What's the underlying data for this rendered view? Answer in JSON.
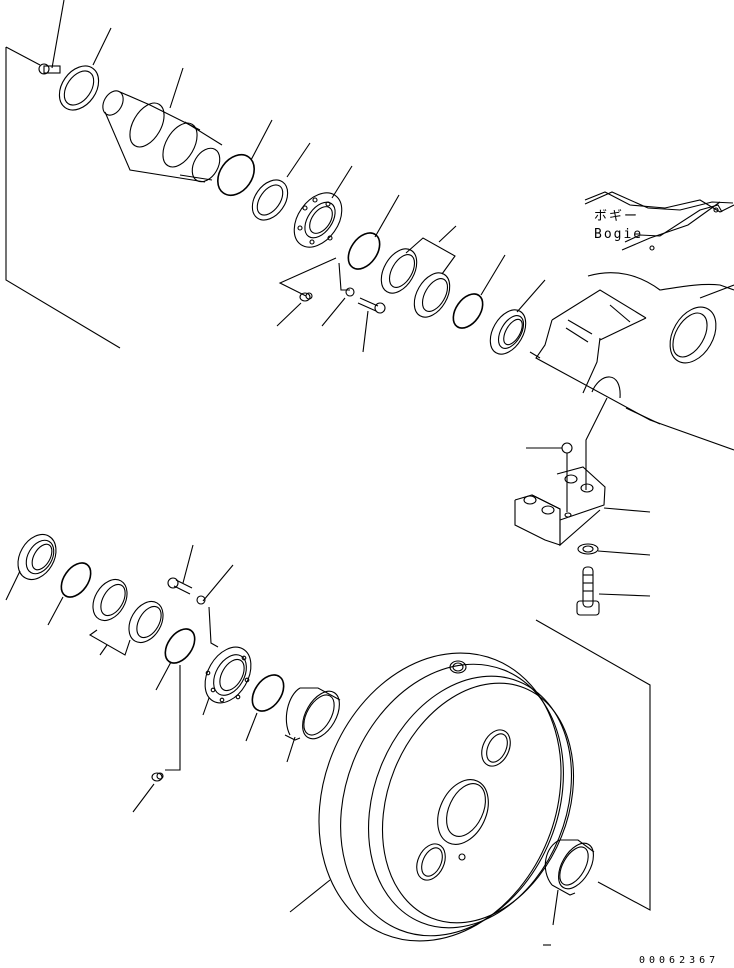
{
  "diagram": {
    "type": "exploded-parts-diagram",
    "subject": "Idler / track roller assembly with bogie mount",
    "labels": {
      "bogie_japanese": "ボギー",
      "bogie_english": "Bogie"
    },
    "drawing_number": "00062367",
    "line_color": "#000000",
    "background_color": "#ffffff",
    "parts_upper_group": [
      "bolt",
      "thrust-washer",
      "shaft",
      "o-ring",
      "thrust-washer",
      "retainer-flange",
      "o-ring",
      "bushing-pair",
      "o-ring",
      "floating-seal",
      "plug",
      "washer",
      "bolt"
    ],
    "parts_bogie_group": [
      "bogie-frame",
      "cap-block",
      "washer",
      "bolt"
    ],
    "parts_lower_group": [
      "floating-seal",
      "o-ring",
      "bushing-pair",
      "o-ring",
      "bolt",
      "washer",
      "retainer-flange",
      "plug",
      "o-ring",
      "bushing",
      "idler-wheel",
      "bushing"
    ]
  }
}
